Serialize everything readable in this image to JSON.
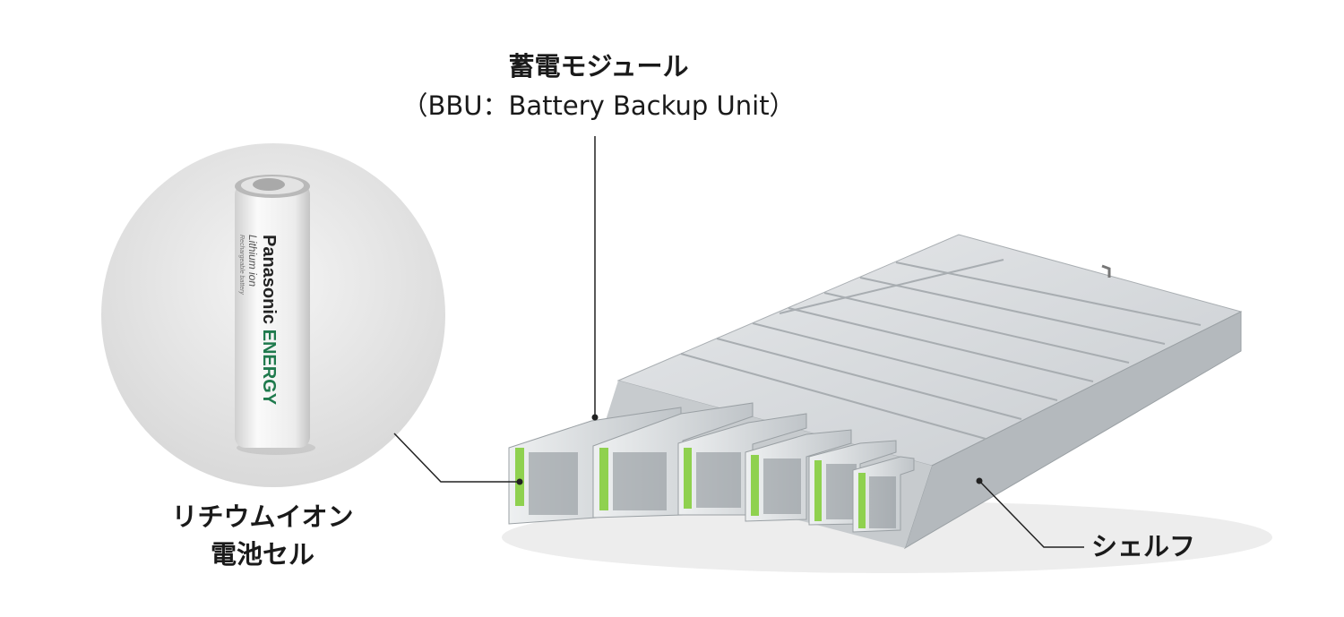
{
  "labels": {
    "bbu_title": "蓄電モジュール",
    "bbu_subtitle": "（BBU：Battery Backup Unit）",
    "cell_line1": "リチウムイオン",
    "cell_line2": "電池セル",
    "shelf": "シェルフ"
  },
  "battery": {
    "brand": "Panasonic",
    "brand_accent": "ENERGY",
    "type": "Lithium ion",
    "subtype": "Rechargeable battery",
    "accent_color": "#1f7a4d"
  },
  "colors": {
    "line": "#222222",
    "handle": "#8fd14f"
  }
}
